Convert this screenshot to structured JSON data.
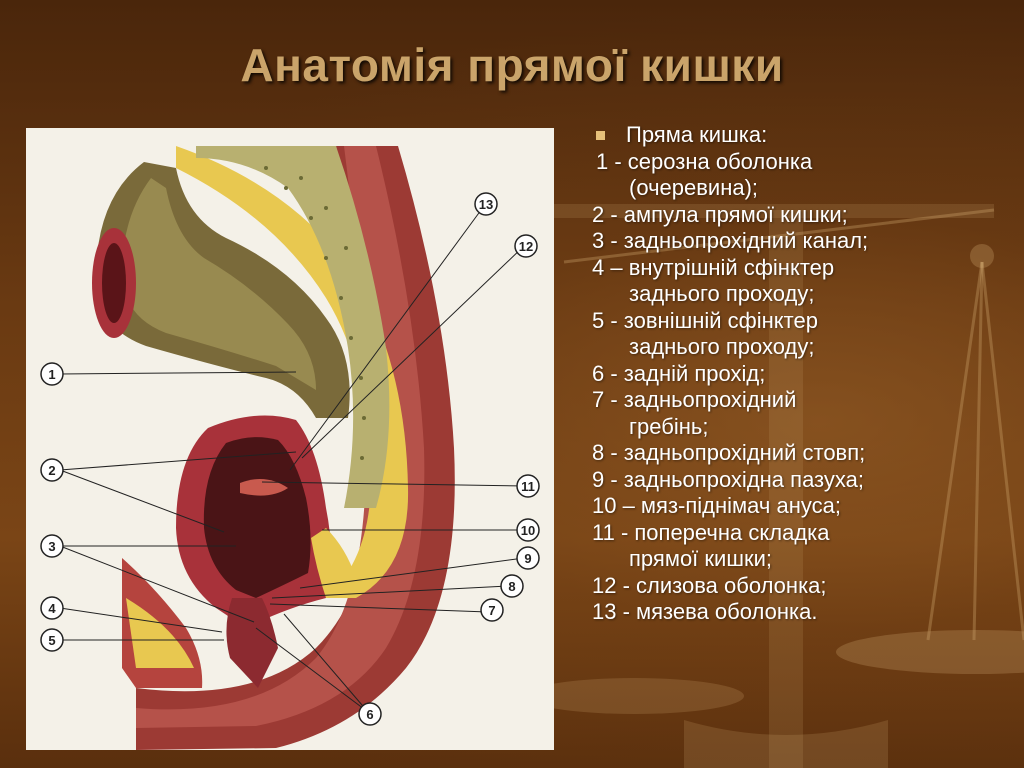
{
  "slide": {
    "title": "Анатомія прямої кишки"
  },
  "legend": {
    "heading": "Пряма кишка:",
    "bullet_color": "#e6c07a",
    "items": [
      {
        "number": "1",
        "line1": "1 - серозна оболонка",
        "line2": "(очеревина);"
      },
      {
        "number": "2",
        "line1": "2 - ампула прямої кишки;",
        "line2": ""
      },
      {
        "number": "3",
        "line1": "3 - задньопрохідний канал;",
        "line2": ""
      },
      {
        "number": "4",
        "line1": "4 – внутрішній сфінктер",
        "line2": "заднього проходу;"
      },
      {
        "number": "5",
        "line1": "5 - зовнішній сфінктер",
        "line2": "заднього проходу;"
      },
      {
        "number": "6",
        "line1": "6 - задній прохід;",
        "line2": ""
      },
      {
        "number": "7",
        "line1": "7 - задньопрохідний",
        "line2": "гребінь;"
      },
      {
        "number": "8",
        "line1": "8 - задньопрохідний стовп;",
        "line2": ""
      },
      {
        "number": "9",
        "line1": "9 - задньопрохідна пазуха;",
        "line2": ""
      },
      {
        "number": "10",
        "line1": "10 – мяз-піднімач ануса;",
        "line2": ""
      },
      {
        "number": "11",
        "line1": "11 - поперечна складка",
        "line2": "прямої кишки;"
      },
      {
        "number": "12",
        "line1": "12 - слизова оболонка;",
        "line2": ""
      },
      {
        "number": "13",
        "line1": "13 - мязева оболонка.",
        "line2": ""
      }
    ]
  },
  "figure": {
    "callouts": [
      "1",
      "2",
      "3",
      "4",
      "5",
      "6",
      "7",
      "8",
      "9",
      "10",
      "11",
      "12",
      "13"
    ]
  },
  "colors": {
    "title": "#caa46a",
    "legend_text": "#ffffff",
    "background_dark": "#4a260b",
    "background_light": "#7a4516",
    "figure_background": "#f4f1e8",
    "muscle": "#a8323a",
    "mucosa": "#7a6a3a",
    "fat": "#e8c850",
    "bone": "#b8b070"
  }
}
